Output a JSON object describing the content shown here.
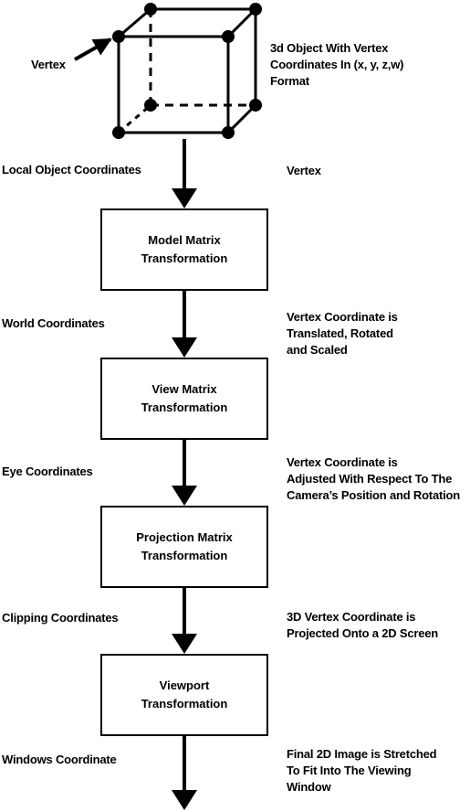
{
  "cube": {
    "vertex_label": "Vertex",
    "object_caption": "3d Object With Vertex\nCoordinates In (x, y, z,w)\nFormat"
  },
  "stages": [
    {
      "left_label": "Local Object Coordinates",
      "right_label": "Vertex",
      "box": "Model Matrix\nTransformation"
    },
    {
      "left_label": "World Coordinates",
      "right_label": "Vertex Coordinate is\nTranslated, Rotated\nand Scaled",
      "box": "View Matrix\nTransformation"
    },
    {
      "left_label": "Eye Coordinates",
      "right_label": "Vertex Coordinate is\nAdjusted With Respect To The\nCamera’s Position and Rotation",
      "box": "Projection Matrix\nTransformation"
    },
    {
      "left_label": "Clipping Coordinates",
      "right_label": "3D Vertex Coordinate is\nProjected Onto a 2D Screen",
      "box": "Viewport\nTransformation"
    },
    {
      "left_label": "Windows Coordinate",
      "right_label": "Final 2D Image is Stretched\nTo Fit Into The Viewing\nWindow"
    }
  ]
}
